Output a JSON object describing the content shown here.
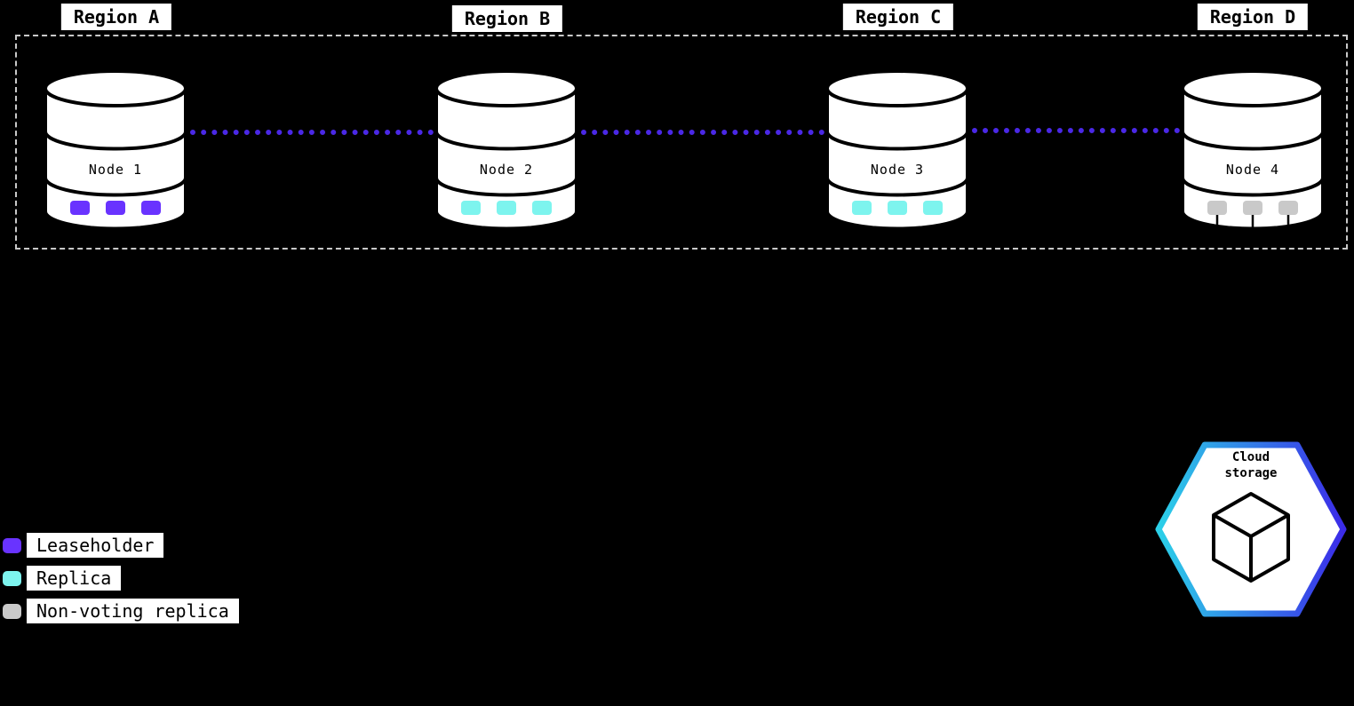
{
  "regions": [
    {
      "label": "Region A"
    },
    {
      "label": "Region B"
    },
    {
      "label": "Region C"
    },
    {
      "label": "Region D"
    }
  ],
  "nodes": [
    {
      "label": "Node 1",
      "replica_type": "leaseholder"
    },
    {
      "label": "Node 2",
      "replica_type": "replica"
    },
    {
      "label": "Node 3",
      "replica_type": "replica"
    },
    {
      "label": "Node 4",
      "replica_type": "non-voting replica"
    }
  ],
  "legend": {
    "items": [
      {
        "label": "Leaseholder"
      },
      {
        "label": "Replica"
      },
      {
        "label": "Non-voting replica"
      }
    ]
  },
  "cloud_storage": {
    "label": "Cloud storage"
  },
  "colors": {
    "background": "#000000",
    "leaseholder": "#6933ff",
    "replica": "#7df4ee",
    "nonvoting": "#c9c9c9",
    "connector": "#4a28e6",
    "hexstart": "#2bd0e8",
    "hexend": "#3b2be8"
  }
}
